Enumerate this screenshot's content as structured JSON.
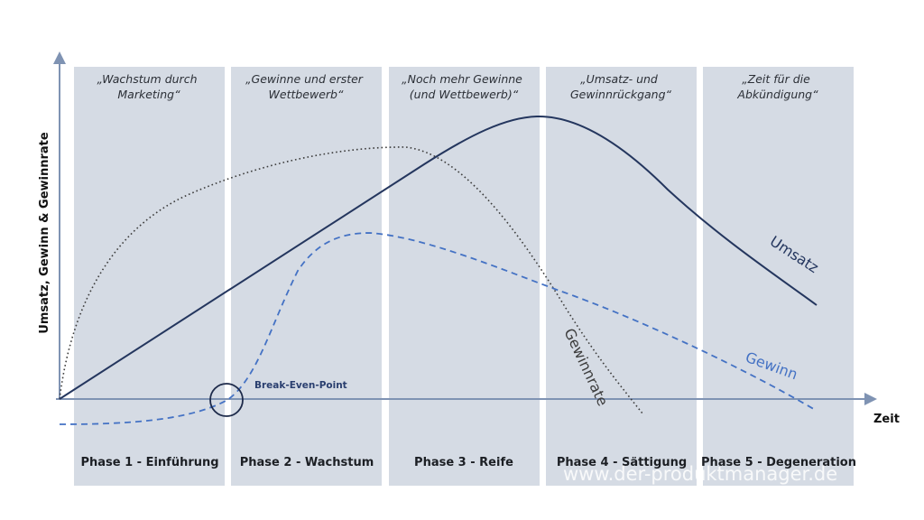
{
  "diagram": {
    "y_axis_label": "Umsatz, Gewinn & Gewinnrate",
    "x_axis_label": "Zeit",
    "phases": [
      {
        "quote_lines": [
          "„Wachstum durch",
          "Marketing“"
        ],
        "label": "Phase 1 - Einführung"
      },
      {
        "quote_lines": [
          "„Gewinne und erster",
          "Wettbewerb“"
        ],
        "label": "Phase 2 - Wachstum"
      },
      {
        "quote_lines": [
          "„Noch mehr Gewinne",
          "(und Wettbewerb)“"
        ],
        "label": "Phase 3 - Reife"
      },
      {
        "quote_lines": [
          "„Umsatz- und",
          "Gewinnrückgang“"
        ],
        "label": "Phase 4 - Sättigung"
      },
      {
        "quote_lines": [
          "„Zeit für die",
          "Abkündigung“"
        ],
        "label": "Phase 5 - Degeneration"
      }
    ],
    "curves": {
      "umsatz": {
        "label": "Umsatz",
        "color": "#24365e"
      },
      "gewinn": {
        "label": "Gewinn",
        "color": "#4472c4"
      },
      "gewinnrate": {
        "label": "Gewinnrate",
        "color": "#3c3c3c"
      }
    },
    "break_even_label": "Break-Even-Point",
    "watermark": "www.der-produktmanager.de",
    "colors": {
      "band": "#d5dbe4",
      "axis": "#7f93b3"
    }
  }
}
